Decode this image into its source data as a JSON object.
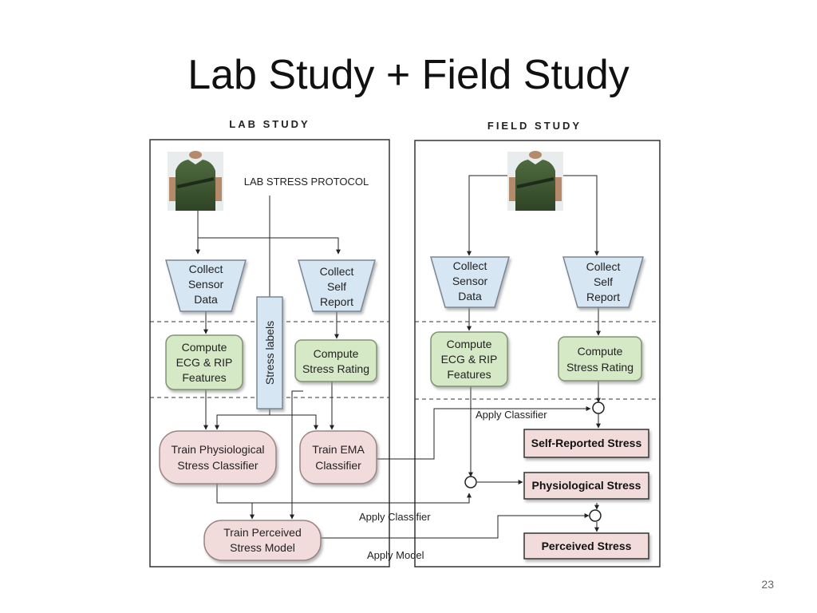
{
  "title": "Lab Study + Field Study",
  "page_number": "23",
  "lab": {
    "header": "LAB STUDY",
    "protocol": "LAB STRESS PROTOCOL",
    "collect_sensor": [
      "Collect",
      "Sensor",
      "Data"
    ],
    "collect_self": [
      "Collect",
      "Self",
      "Report"
    ],
    "stress_labels": "Stress labels",
    "compute_ecg": [
      "Compute",
      "ECG & RIP",
      "Features"
    ],
    "compute_stress": [
      "Compute",
      "Stress Rating"
    ],
    "train_phys": [
      "Train Physiological",
      "Stress Classifier"
    ],
    "train_ema": [
      "Train EMA",
      "Classifier"
    ],
    "train_perceived": [
      "Train Perceived",
      "Stress Model"
    ]
  },
  "field": {
    "header": "FIELD STUDY",
    "collect_sensor": [
      "Collect",
      "Sensor",
      "Data"
    ],
    "collect_self": [
      "Collect",
      "Self",
      "Report"
    ],
    "compute_ecg": [
      "Compute",
      "ECG & RIP",
      "Features"
    ],
    "compute_stress": [
      "Compute",
      "Stress Rating"
    ],
    "out_self": "Self-Reported Stress",
    "out_phys": "Physiological Stress",
    "out_perceived": "Perceived Stress"
  },
  "flow": {
    "apply_classifier_1": "Apply Classifier",
    "apply_classifier_2": "Apply Classifier",
    "apply_model": "Apply Model"
  },
  "colors": {
    "funnel_fill": "#d7e6f3",
    "compute_fill": "#d6e9c6",
    "train_fill": "#f2dcdb",
    "output_fill": "#f2dcdb"
  },
  "icons": {
    "person": "person-sensor-shirt-icon"
  }
}
